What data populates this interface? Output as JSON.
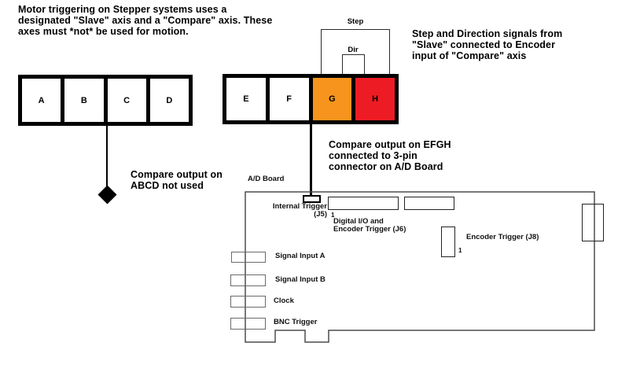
{
  "notes": {
    "intro": "Motor triggering on Stepper systems uses a\ndesignated \"Slave\" axis and a \"Compare\" axis.  These\naxes must *not* be used for motion.",
    "step_dir": "Step and Direction signals from\n\"Slave\" connected to Encoder\ninput of \"Compare\" axis",
    "abcd_compare": "Compare output on\nABCD not used",
    "efgh_compare": "Compare output on EFGH\nconnected to 3-pin\nconnector on A/D Board"
  },
  "signals": {
    "step": "Step",
    "dir": "Dir"
  },
  "axes": {
    "abcd": {
      "cells": [
        {
          "label": "A",
          "color": "#ffffff"
        },
        {
          "label": "B",
          "color": "#ffffff"
        },
        {
          "label": "C",
          "color": "#ffffff"
        },
        {
          "label": "D",
          "color": "#ffffff"
        }
      ]
    },
    "efgh": {
      "cells": [
        {
          "label": "E",
          "color": "#ffffff"
        },
        {
          "label": "F",
          "color": "#ffffff"
        },
        {
          "label": "G",
          "color": "#F7941D"
        },
        {
          "label": "H",
          "color": "#ED1C24"
        }
      ]
    }
  },
  "board": {
    "title": "A/D Board",
    "labels": {
      "internal_trigger": "Internal Trigger (J5)",
      "digital_io": "Digital I/O and\n Encoder Trigger (J6)",
      "encoder_trigger_j8": "Encoder Trigger (J8)",
      "signal_input_a": "Signal Input A",
      "signal_input_b": "Signal Input B",
      "clock": "Clock",
      "bnc_trigger": "BNC Trigger",
      "pin1": "1"
    }
  },
  "colors": {
    "slave_axis_highlight": "#F7941D",
    "compare_axis_highlight": "#ED1C24",
    "line": "#000000",
    "board_outline": "#4d4d4d"
  }
}
